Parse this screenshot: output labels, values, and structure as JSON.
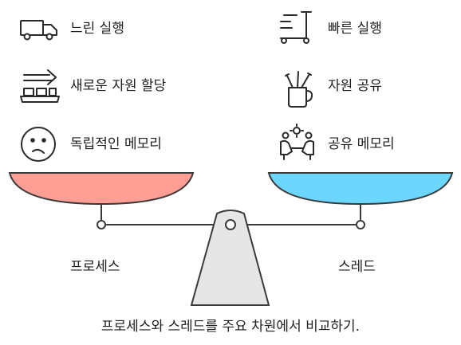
{
  "left": {
    "items": [
      {
        "icon": "truck-icon",
        "label": "느린 실행"
      },
      {
        "icon": "conveyor-boxes-icon",
        "label": "새로운 자원 할당"
      },
      {
        "icon": "confused-face-icon",
        "label": "독립적인 메모리"
      }
    ],
    "pan_color": "#ff9e95",
    "label": "프로세스"
  },
  "right": {
    "items": [
      {
        "icon": "scooter-icon",
        "label": "빠른 실행"
      },
      {
        "icon": "shared-cup-icon",
        "label": "자원 공유"
      },
      {
        "icon": "people-sharing-icon",
        "label": "공유 메모리"
      }
    ],
    "pan_color": "#6dd6ff",
    "label": "스레드"
  },
  "caption": "프로세스와 스레드를 주요 차원에서 비교하기."
}
